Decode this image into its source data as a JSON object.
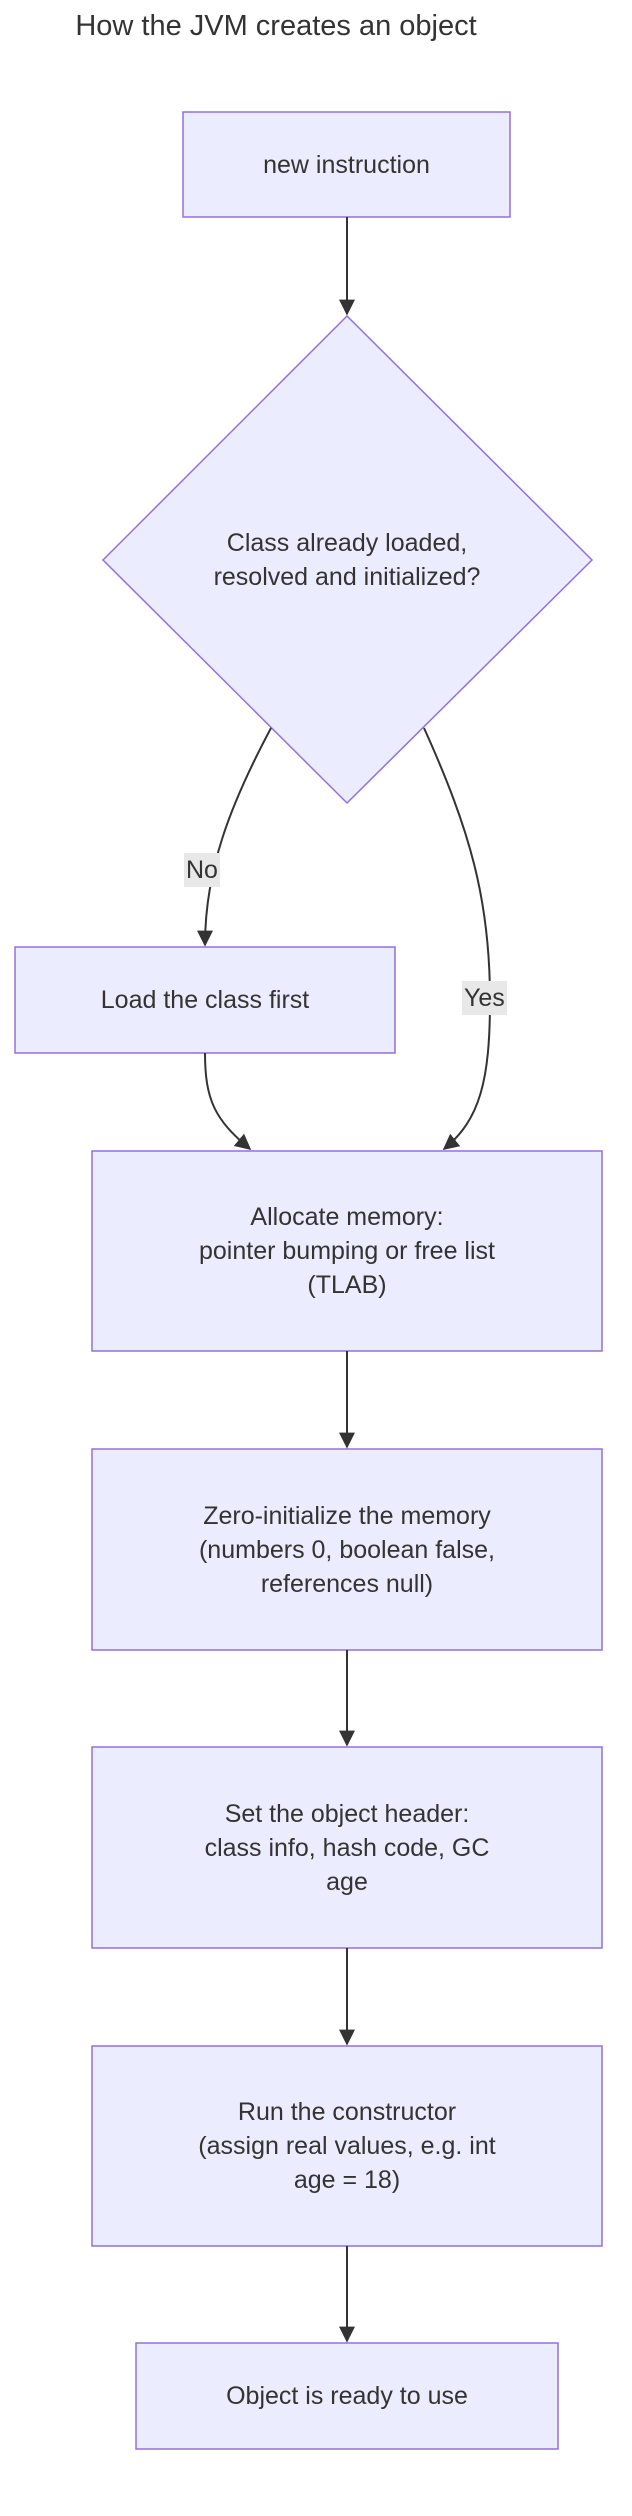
{
  "title": "How the JVM creates an object",
  "nodes": {
    "start": "new instruction",
    "decision": "Class already loaded,\nresolved and initialized?",
    "load": "Load the class first",
    "allocate": "Allocate memory:\npointer bumping or free list\n(TLAB)",
    "zero": "Zero-initialize the memory\n(numbers 0, boolean false,\nreferences null)",
    "header": "Set the object header:\nclass info, hash code, GC\nage",
    "constructor": "Run the  constructor\n(assign real values, e.g. int\nage = 18)",
    "ready": "Object is ready to use"
  },
  "edges": {
    "no_label": "No",
    "yes_label": "Yes"
  },
  "colors": {
    "node_fill": "#ececff",
    "node_stroke": "#9370db",
    "edge": "#333333",
    "label_bg": "#e8e8e8"
  }
}
